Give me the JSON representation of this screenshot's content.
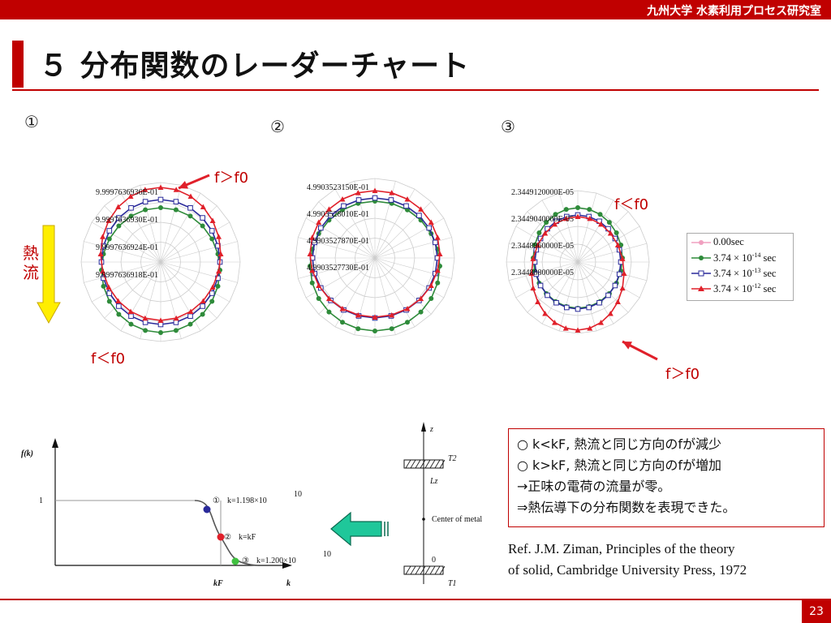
{
  "header": {
    "org": "九州大学 水素利用プロセス研究室"
  },
  "title": "５ 分布関数のレーダーチャート",
  "panel_labels": [
    "①",
    "②",
    "③"
  ],
  "annotations": {
    "f_gt": "f＞f0",
    "f_lt": "f＜f0",
    "heat_flow": "熱流"
  },
  "colors": {
    "accent": "#c00000",
    "green": "#2e8b3a",
    "blue": "#2a2a9a",
    "red": "#e0202a",
    "pink": "#f0a0c0"
  },
  "chart_data": [
    {
      "type": "radar",
      "panel": "①",
      "tick_labels": [
        "9.9997636936E-01",
        "9.9997636930E-01",
        "9.9997636924E-01",
        "9.9997636918E-01"
      ],
      "series": [
        {
          "legend": "3.74 × 10-14 sec",
          "shape": "circle shifted down (f<f0 below, f>f0 above)"
        },
        {
          "legend": "3.74 × 10-13 sec"
        },
        {
          "legend": "3.74 × 10-12 sec"
        }
      ]
    },
    {
      "type": "radar",
      "panel": "②",
      "tick_labels": [
        "4.9903523150E-01",
        "4.9903528010E-01",
        "4.9903527870E-01",
        "4.9903527730E-01"
      ]
    },
    {
      "type": "radar",
      "panel": "③",
      "tick_labels": [
        "2.3449120000E-05",
        "2.3449040000E-05",
        "2.3448960000E-05",
        "2.3448880000E-05"
      ],
      "legend": [
        "0.00sec",
        "3.74 × 10-14 sec",
        "3.74 × 10-13 sec",
        "3.74 × 10-12 sec"
      ]
    },
    {
      "type": "line",
      "ylabel": "f(k)",
      "xlabel": "k",
      "ytick": "1",
      "xtick": "kF",
      "points": [
        {
          "label": "①",
          "text": "k=1.198×10",
          "exp": "10"
        },
        {
          "label": "②",
          "text": "k=kF",
          "exp": ""
        },
        {
          "label": "③",
          "text": "k=1.200×10",
          "exp": "10"
        }
      ]
    }
  ],
  "diagram": {
    "axis": "z",
    "top": "T2",
    "length": "Lz",
    "center": "Center of metal",
    "zero": "0",
    "bottom": "T1"
  },
  "legend": {
    "items": [
      {
        "label": "0.00sec",
        "exp": ""
      },
      {
        "label": "3.74 × 10",
        "exp": "-14",
        "suffix": " sec"
      },
      {
        "label": "3.74 × 10",
        "exp": "-13",
        "suffix": " sec"
      },
      {
        "label": "3.74 × 10",
        "exp": "-12",
        "suffix": " sec"
      }
    ]
  },
  "note": {
    "lines": [
      "○ k<kF, 熱流と同じ方向のfが減少",
      "○ k>kF, 熱流と同じ方向のfが増加",
      "→正味の電荷の流量が零。",
      "⇒熱伝導下の分布関数を表現できた。"
    ]
  },
  "reference": {
    "line1": "Ref. J.M. Ziman, Principles of the theory",
    "line2": "of solid, Cambridge University Press, 1972"
  },
  "page_number": "23"
}
